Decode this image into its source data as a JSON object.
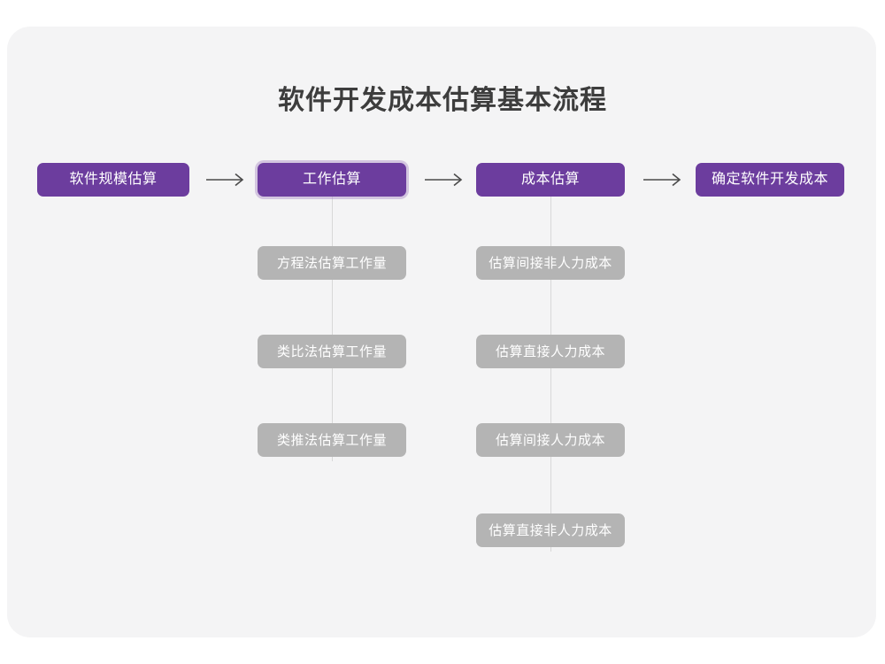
{
  "canvas": {
    "background_color": "#ffffff",
    "card_color": "#f4f4f5"
  },
  "title": "软件开发成本估算基本流程",
  "colors": {
    "primary": "#6c3d9e",
    "secondary": "#b4b4b4",
    "line": "#d8d8d8",
    "title_text": "#3d3d3d",
    "node_text": "#ffffff",
    "arrow": "#4a4a4a"
  },
  "chart_data": {
    "type": "diagram",
    "title": "软件开发成本估算基本流程",
    "orientation": "horizontal-with-vertical-branches",
    "main_flow": [
      {
        "id": "step1",
        "label": "软件规模估算",
        "style": "primary",
        "selected": false
      },
      {
        "id": "step2",
        "label": "工作估算",
        "style": "primary",
        "selected": true
      },
      {
        "id": "step3",
        "label": "成本估算",
        "style": "primary",
        "selected": false
      },
      {
        "id": "step4",
        "label": "确定软件开发成本",
        "style": "primary",
        "selected": false
      }
    ],
    "connectors": [
      {
        "from": "step1",
        "to": "step2",
        "type": "arrow-right",
        "glyph": "→"
      },
      {
        "from": "step2",
        "to": "step3",
        "type": "arrow-right",
        "glyph": "→"
      },
      {
        "from": "step3",
        "to": "step4",
        "type": "arrow-right",
        "glyph": "→"
      },
      {
        "from": "step2",
        "to": "branch_work",
        "type": "vertical-line"
      },
      {
        "from": "step3",
        "to": "branch_cost",
        "type": "vertical-line"
      }
    ],
    "branches": [
      {
        "id": "branch_work",
        "parent": "step2",
        "items": [
          {
            "label": "方程法估算工作量",
            "style": "secondary"
          },
          {
            "label": "类比法估算工作量",
            "style": "secondary"
          },
          {
            "label": "类推法估算工作量",
            "style": "secondary"
          }
        ]
      },
      {
        "id": "branch_cost",
        "parent": "step3",
        "items": [
          {
            "label": "估算间接非人力成本",
            "style": "secondary"
          },
          {
            "label": "估算直接人力成本",
            "style": "secondary"
          },
          {
            "label": "估算间接人力成本",
            "style": "secondary"
          },
          {
            "label": "估算直接非人力成本",
            "style": "secondary"
          }
        ]
      }
    ]
  },
  "arrows": {
    "glyph": "→"
  }
}
